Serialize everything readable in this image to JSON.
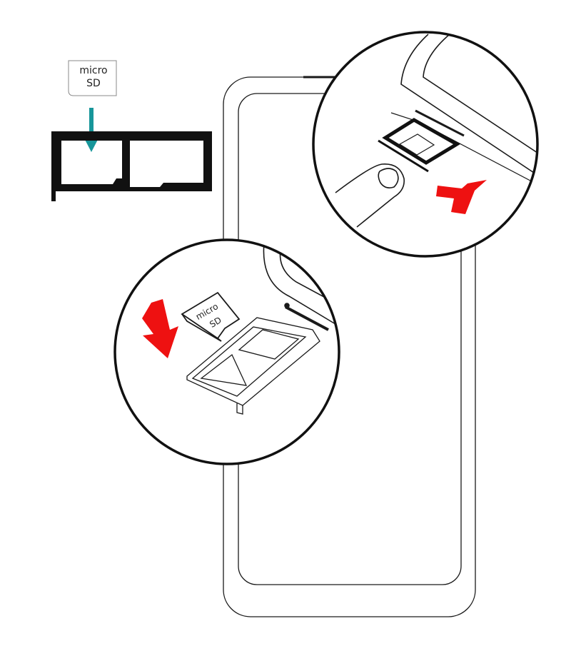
{
  "sd_card": {
    "line1": "micro",
    "line2": "SD"
  },
  "small_card": {
    "line1": "micro",
    "line2": "SD"
  },
  "colors": {
    "insert_arrow": "#17969a",
    "action_arrow": "#ee1111",
    "outline": "#1a1a1a",
    "tray": "#111111"
  }
}
